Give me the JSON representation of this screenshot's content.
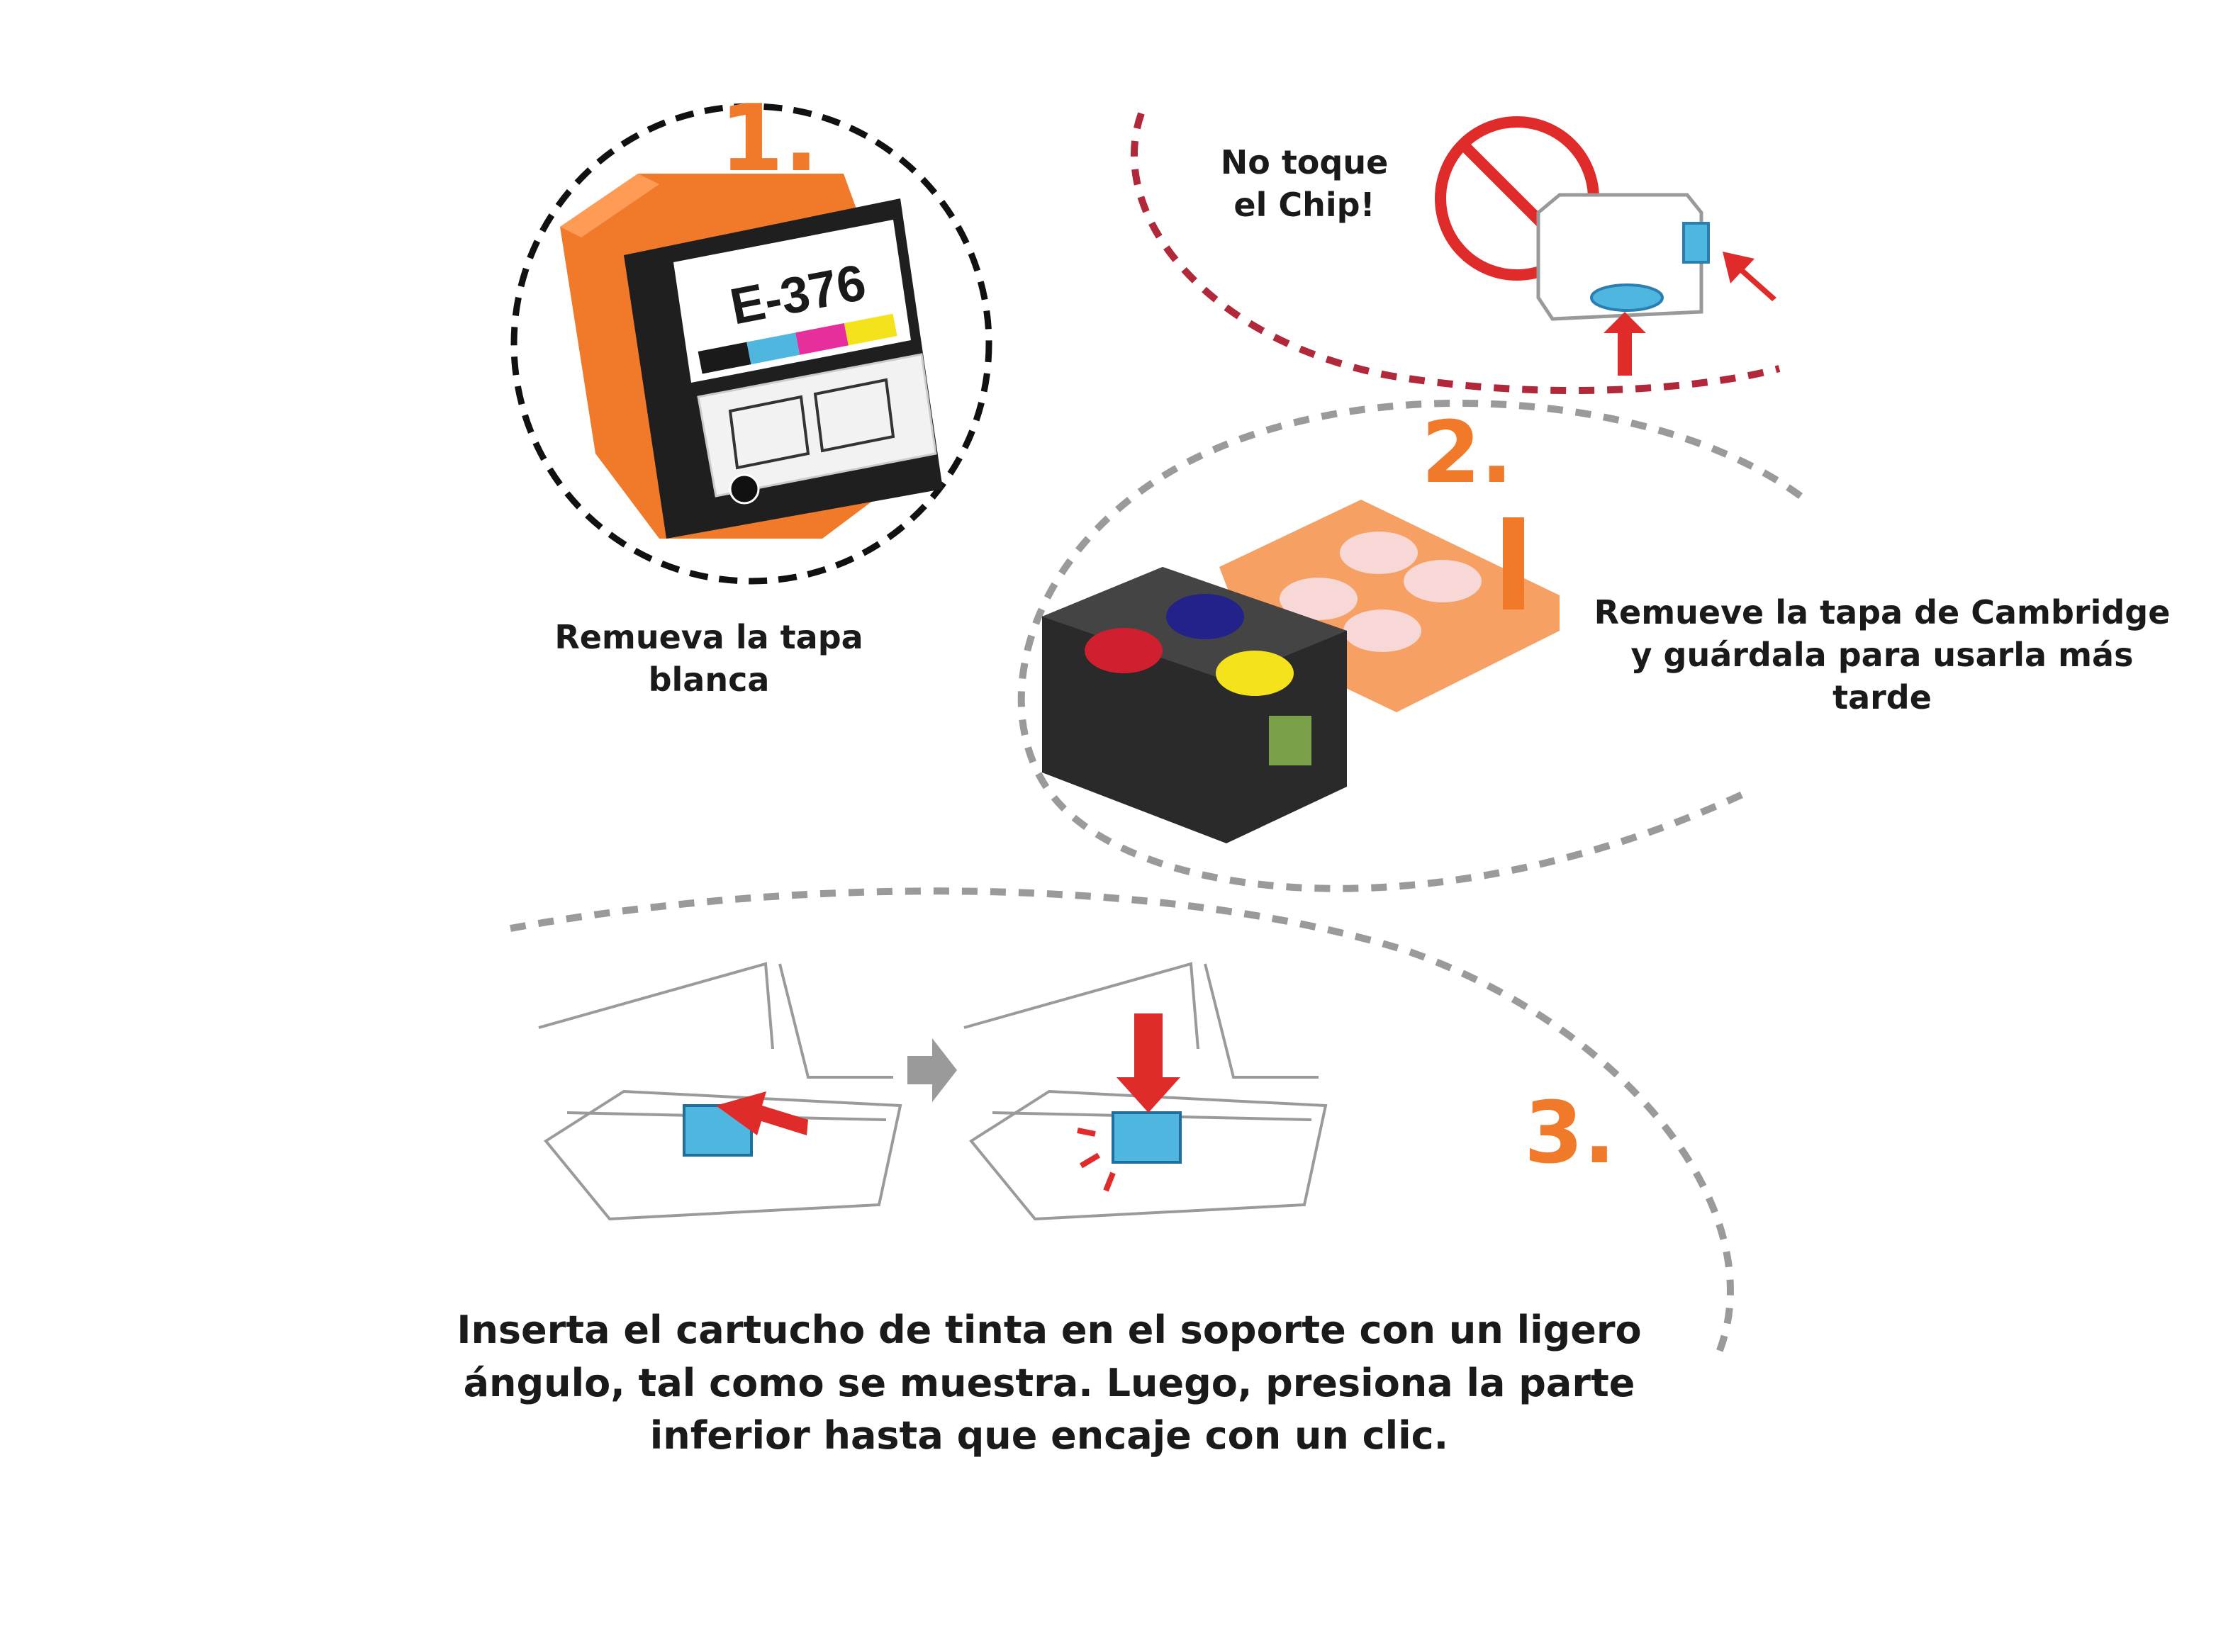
{
  "steps": [
    {
      "number": "1.",
      "caption": "Remueva la tapa blanca",
      "cartridge_label": "E-376"
    },
    {
      "number": "2.",
      "caption_line1": "Remueve la tapa de Cambridge",
      "caption_line2": "y guárdala para usarla más tarde"
    },
    {
      "number": "3.",
      "caption": "Inserta el cartucho de tinta en el soporte con un ligero ángulo, tal como se muestra. Luego, presiona la parte inferior hasta que encaje con un clic."
    }
  ],
  "warning": {
    "line1": "No toque",
    "line2": "el Chip!"
  },
  "colors": {
    "orange": "#f07a2a",
    "red": "#e02b2b",
    "cyan": "#4fb6e0",
    "magenta": "#e62e9c",
    "yellow": "#f4e21c",
    "dark_red_dash": "#b0283a",
    "gray_dash": "#9a9a9a"
  },
  "icons": [
    "no-sign-icon",
    "arrow-icon",
    "push-icon"
  ]
}
